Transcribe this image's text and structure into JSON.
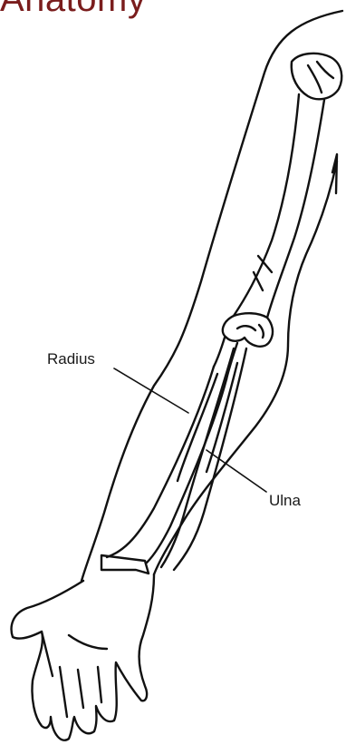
{
  "title": "Anatomy",
  "labels": {
    "radius": "Radius",
    "ulna": "Ulna"
  },
  "colors": {
    "title": "#7a1d1d",
    "line": "#111111",
    "background": "#ffffff"
  }
}
